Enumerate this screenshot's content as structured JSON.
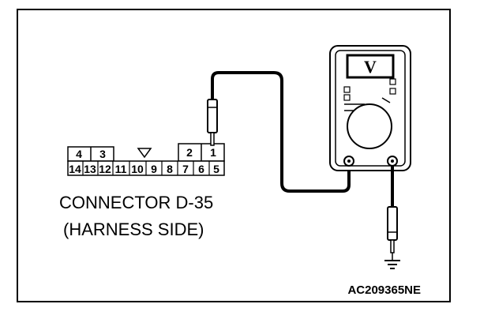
{
  "connector": {
    "label_line1": "CONNECTOR D-35",
    "label_line2": "(HARNESS SIDE)",
    "top_pins": [
      "4",
      "3",
      "2",
      "1"
    ],
    "bottom_pins": [
      "14",
      "13",
      "12",
      "11",
      "10",
      "9",
      "8",
      "7",
      "6",
      "5"
    ]
  },
  "meter": {
    "display": "V"
  },
  "figure_code": "AC209365NE"
}
